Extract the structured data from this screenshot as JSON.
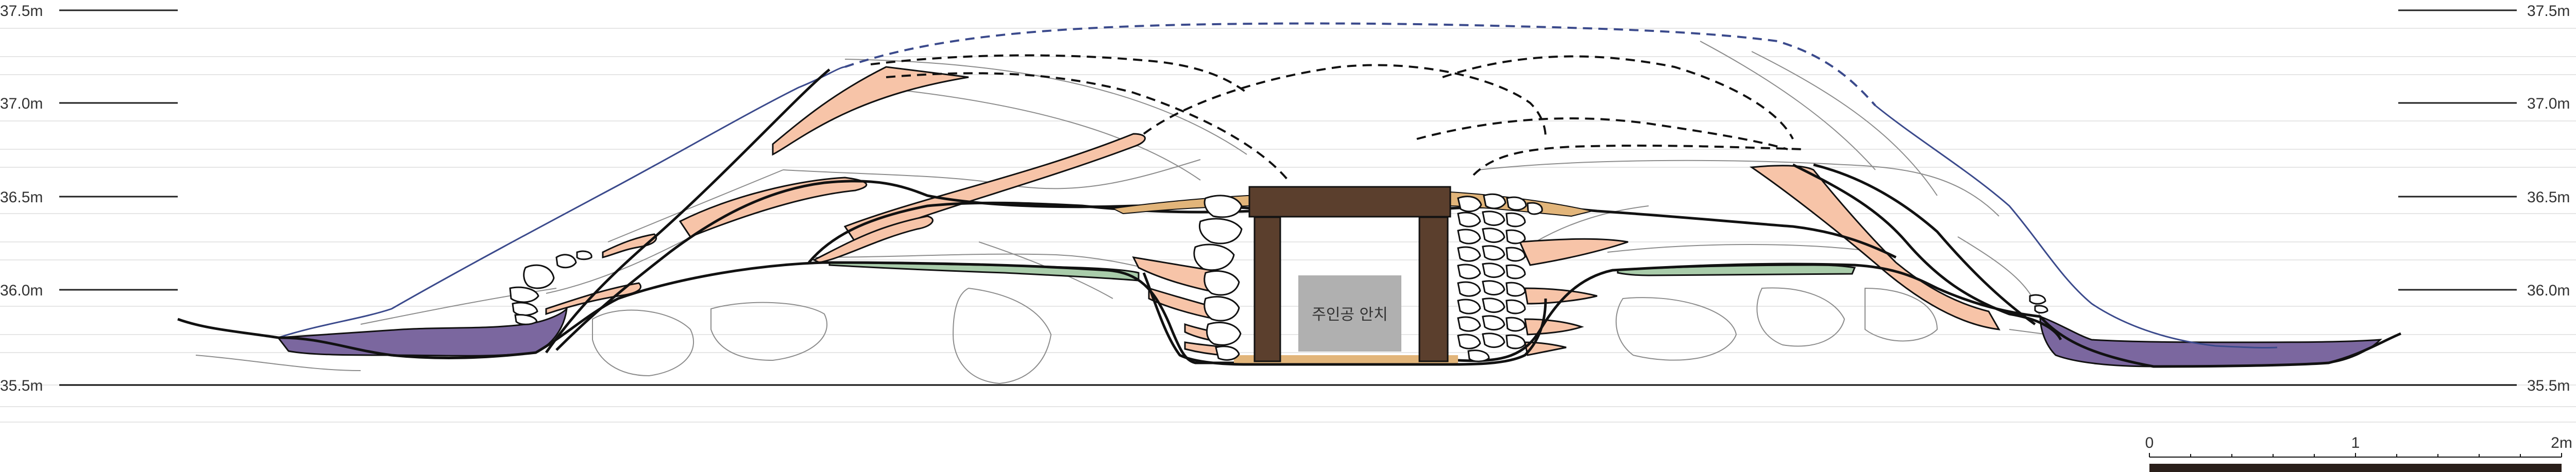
{
  "elevation_labels": [
    "37.5m",
    "37.0m",
    "36.5m",
    "36.0m",
    "35.5m"
  ],
  "chamber_label": "주인공 안치",
  "scale_bar": {
    "labels": [
      "0",
      "1",
      "2m"
    ]
  },
  "colors": {
    "pink_layer": "#f7c4a8",
    "purple_layer": "#7b679f",
    "green_layer": "#a9ccaa",
    "wood_frame": "#5b3f2d",
    "bed": "#e2b57a",
    "coffin": "#b0b0b0",
    "dashed_outline": "#3b4a8c",
    "ink": "#111111"
  }
}
